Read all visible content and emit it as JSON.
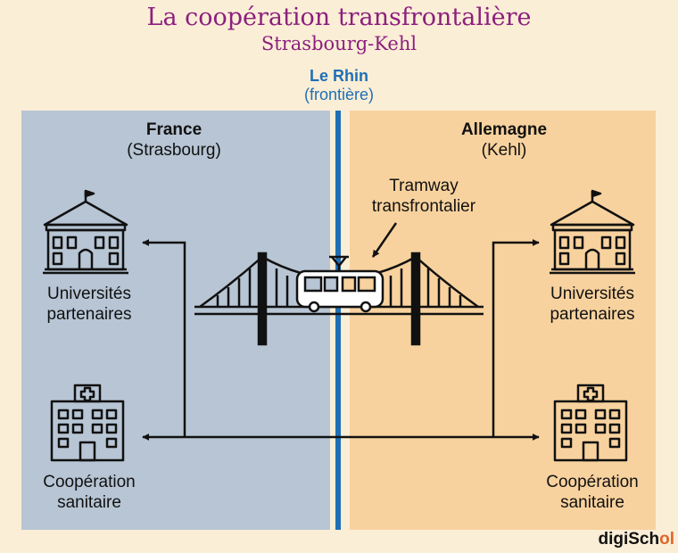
{
  "header": {
    "title": "La coopération transfrontalière",
    "subtitle": "Strasbourg-Kehl",
    "river_name": "Le Rhin",
    "river_note": "(frontière)"
  },
  "france": {
    "country": "France",
    "city": "(Strasbourg)"
  },
  "germany": {
    "country": "Allemagne",
    "city": "(Kehl)"
  },
  "tram_label_line1": "Tramway",
  "tram_label_line2": "transfrontalier",
  "left_blocks": [
    {
      "icon": "university-icon",
      "line1": "Universités",
      "line2": "partenaires"
    },
    {
      "icon": "hospital-icon",
      "line1": "Coopération",
      "line2": "sanitaire"
    }
  ],
  "right_blocks": [
    {
      "icon": "university-icon",
      "line1": "Universités",
      "line2": "partenaires"
    },
    {
      "icon": "hospital-icon",
      "line1": "Coopération",
      "line2": "sanitaire"
    }
  ],
  "logo": {
    "text_a": "digiSch",
    "text_b": "ol"
  },
  "colors": {
    "title": "#8c1f7e",
    "river": "#1f6fb5",
    "france_bg": "#b7c5d4",
    "germany_bg": "#f8d29e",
    "page_bg": "#fbeed6"
  }
}
